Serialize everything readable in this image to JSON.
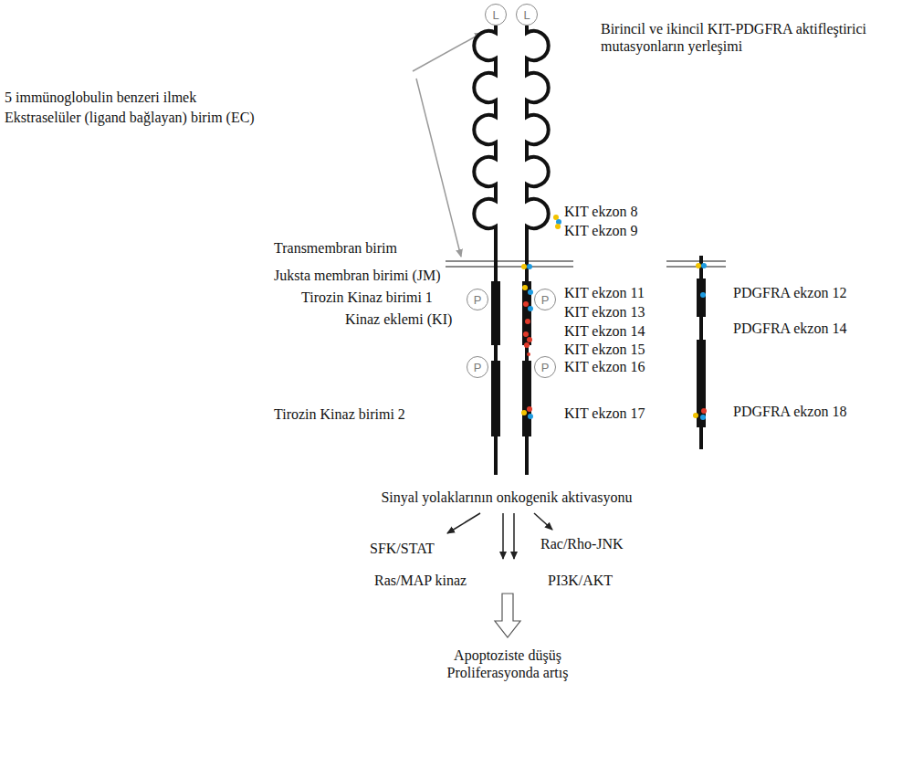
{
  "diagram": {
    "nodes": [
      {
        "text": [
          "L"
        ]
      },
      {
        "text": [
          "L"
        ]
      },
      {
        "text": [
          "P"
        ]
      },
      {
        "text": [
          "P"
        ]
      },
      {
        "text": [
          "P"
        ]
      },
      {
        "text": [
          "P"
        ]
      }
    ],
    "labels": [
      "5 immünoglobulin benzeri ilmek",
      "Ekstraselüler (ligand bağlayan) birim (EC)",
      "Birincil ve ikincil KIT-PDGFRA aktifleştirici mutasyonların yerleşimi",
      "KIT ekzon 8",
      "KIT ekzon 9",
      "Transmembran birim",
      "Juksta membran birimi (JM)",
      "KIT ekzon 11",
      "PDGFRA ekzon 12",
      "Tirozin Kinaz birimi 1",
      "KIT ekzon 13",
      "Kinaz eklemi (KI)",
      "KIT ekzon 14",
      "PDGFRA ekzon 14",
      "KIT ekzon 15",
      "KIT ekzon 16",
      "KIT ekzon 17",
      "PDGFRA ekzon 18",
      "Tirozin Kinaz birimi 2",
      "Sinyal yolaklarının onkogenik aktivasyonu",
      "SFK/STAT",
      "Rac/Rho-JNK",
      "Ras/MAP kinaz",
      "PI3K/AKT",
      "Apoptoziste düşüş Proliferasyonda artış"
    ]
  }
}
